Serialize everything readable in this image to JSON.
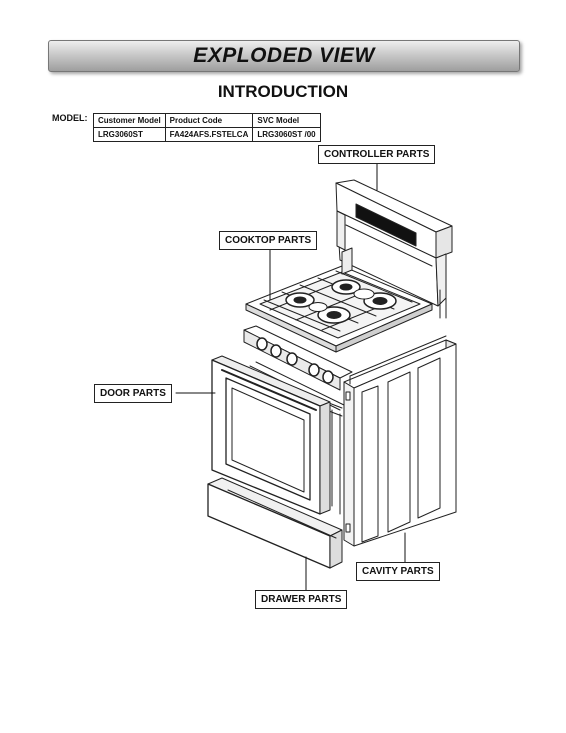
{
  "header": {
    "title": "EXPLODED VIEW",
    "subtitle": "INTRODUCTION"
  },
  "model": {
    "label": "MODEL:",
    "columns": [
      "Customer Model",
      "Product Code",
      "SVC Model"
    ],
    "row": [
      "LRG3060ST",
      "FA424AFS.FSTELCA",
      "LRG3060ST /00"
    ]
  },
  "callouts": {
    "controller": "CONTROLLER PARTS",
    "cooktop": "COOKTOP PARTS",
    "door": "DOOR PARTS",
    "cavity": "CAVITY PARTS",
    "drawer": "DRAWER PARTS"
  }
}
